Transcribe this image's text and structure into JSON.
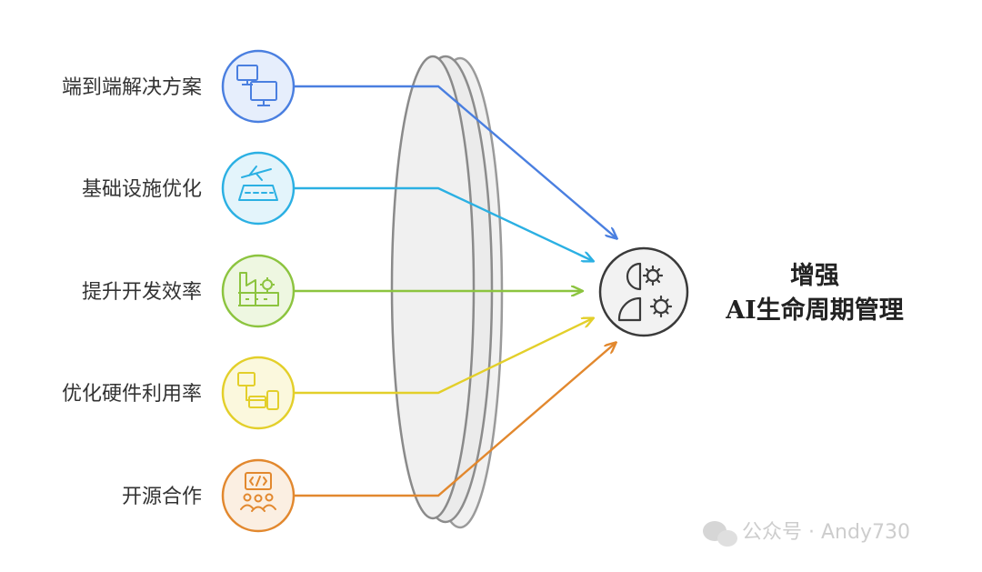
{
  "inputs": [
    {
      "label": "端到端解决方案",
      "color": "#4a7fe0",
      "fill": "#e6eefc",
      "icon": "monitors-icon"
    },
    {
      "label": "基础设施优化",
      "color": "#2bb0e3",
      "fill": "#e3f4fb",
      "icon": "infrastructure-icon"
    },
    {
      "label": "提升开发效率",
      "color": "#8cc43f",
      "fill": "#eef7e1",
      "icon": "factory-icon"
    },
    {
      "label": "优化硬件利用率",
      "color": "#e3cf2a",
      "fill": "#fbf8dd",
      "icon": "devices-icon"
    },
    {
      "label": "开源合作",
      "color": "#e2882e",
      "fill": "#fbefe2",
      "icon": "community-code-icon"
    }
  ],
  "target": {
    "title_line1": "增强",
    "title_line2": "AI生命周期管理",
    "icon": "head-gear-icon"
  },
  "watermark": {
    "text": "公众号 · Andy730",
    "icon": "wechat-icon"
  }
}
